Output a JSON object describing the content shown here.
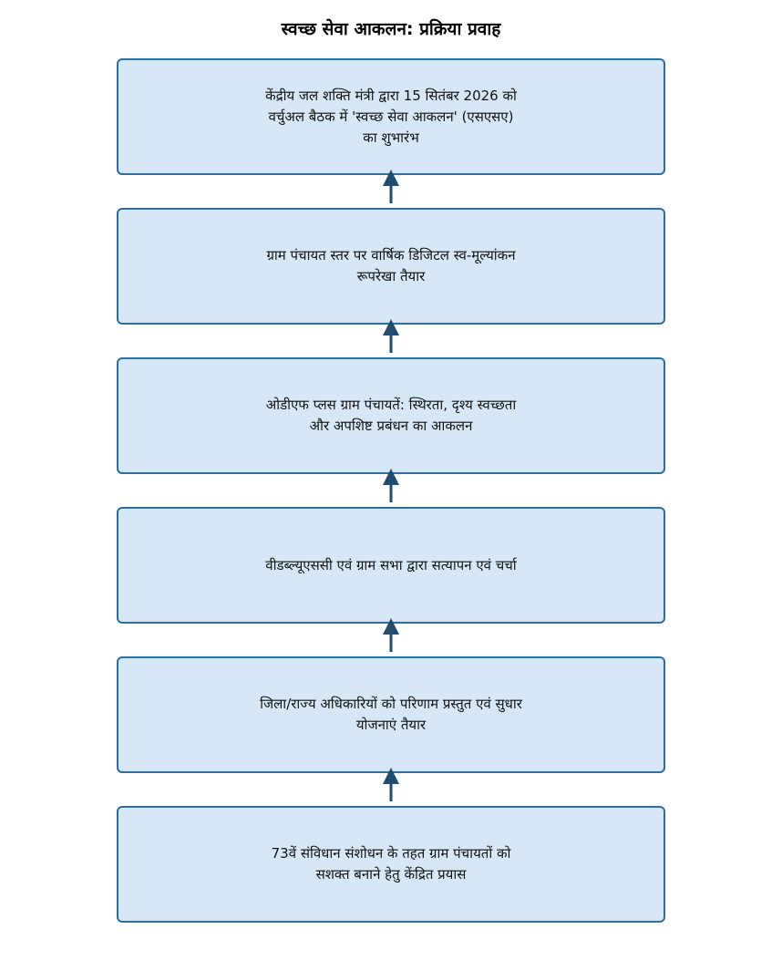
{
  "title": "स्वच्छ सेवा आकलन: प्रक्रिया प्रवाह",
  "steps": [
    {
      "text": "केंद्रीय जल शक्ति मंत्री द्वारा 15 सितंबर 2026 को वर्चुअल बैठक में 'स्वच्छ सेवा आकलन' (एसएसए) का शुभारंभ"
    },
    {
      "text": "ग्राम पंचायत स्तर पर वार्षिक डिजिटल स्व-मूल्यांकन रूपरेखा तैयार"
    },
    {
      "text": "ओडीएफ प्लस ग्राम पंचायतें: स्थिरता, दृश्य स्वच्छता और अपशिष्ट प्रबंधन का आकलन"
    },
    {
      "text": "वीडब्ल्यूएससी एवं ग्राम सभा द्वारा सत्यापन एवं चर्चा"
    },
    {
      "text": "जिला/राज्य अधिकारियों को परिणाम प्रस्तुत एवं सुधार योजनाएं तैयार"
    },
    {
      "text": "73वें संविधान संशोधन के तहत ग्राम पंचायतों को सशक्त बनाने हेतु केंद्रित प्रयास"
    }
  ],
  "colors": {
    "box_fill": "#d6e8f7",
    "box_border": "#2a6fa1",
    "arrow": "#1f4e70"
  }
}
